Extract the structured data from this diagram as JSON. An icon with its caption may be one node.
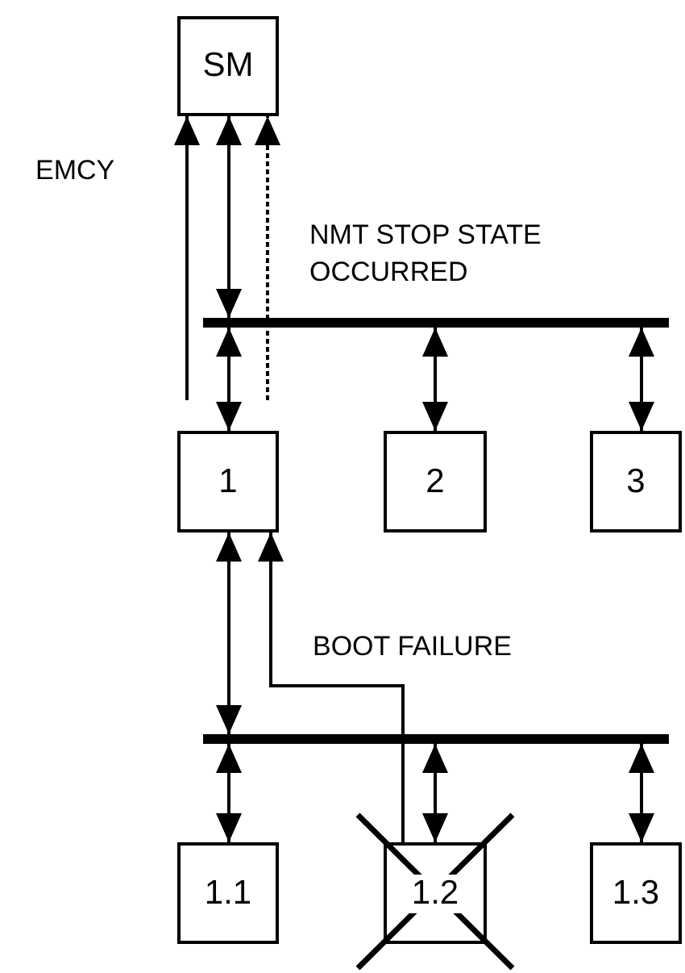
{
  "diagram": {
    "nodes": [
      {
        "text": [
          "SM"
        ]
      },
      {
        "text": [],
        "shape": "bar"
      },
      {
        "text": [
          "1"
        ]
      },
      {
        "text": [
          "2"
        ]
      },
      {
        "text": [
          "3"
        ]
      },
      {
        "text": [],
        "shape": "bar"
      },
      {
        "text": [
          "1.1"
        ]
      },
      {
        "text": [
          "1.2"
        ]
      },
      {
        "text": [
          "1.3"
        ]
      }
    ],
    "edges": [
      {
        "from": 0,
        "to": 1,
        "arrow": "both"
      },
      {
        "from": 1,
        "to": 2,
        "arrow": "both"
      },
      {
        "from": 1,
        "to": 3,
        "arrow": "both"
      },
      {
        "from": 1,
        "to": 4,
        "arrow": "both"
      },
      {
        "from": 2,
        "to": 5,
        "arrow": "both"
      },
      {
        "from": 5,
        "to": 6,
        "arrow": "both"
      },
      {
        "from": 5,
        "to": 7,
        "arrow": "both"
      },
      {
        "from": 5,
        "to": 8,
        "arrow": "both"
      },
      {
        "from": null,
        "to": 0,
        "arrow": "to",
        "label": "EMCY"
      },
      {
        "from": null,
        "to": 0,
        "arrow": "to",
        "label": "NMT STOP STATE OCCURRED",
        "style": "dashed"
      },
      {
        "from": 7,
        "to": 2,
        "arrow": "to",
        "label": "BOOT FAILURE"
      }
    ]
  }
}
